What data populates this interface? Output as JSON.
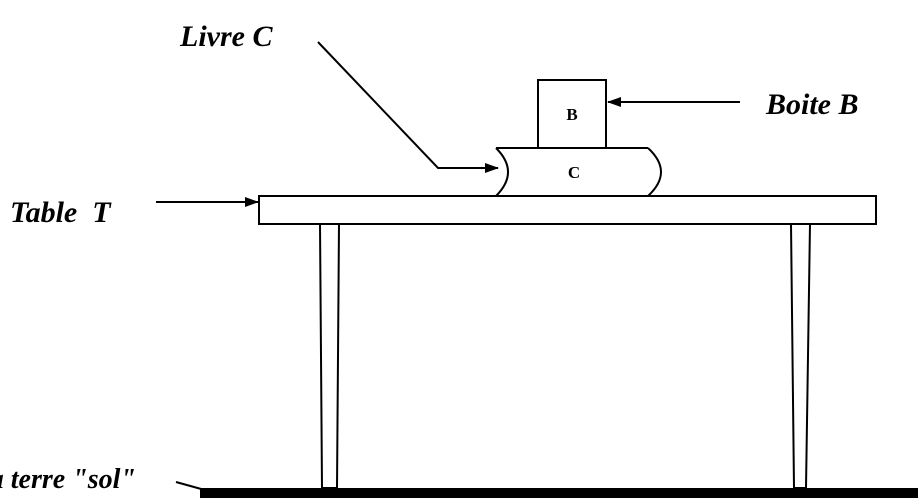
{
  "labels": {
    "livre": "Livre C",
    "boite": "Boite B",
    "table": "Table  T",
    "sol": "la terre \"sol\""
  },
  "objects": {
    "box_letter": "B",
    "book_letter": "C"
  }
}
